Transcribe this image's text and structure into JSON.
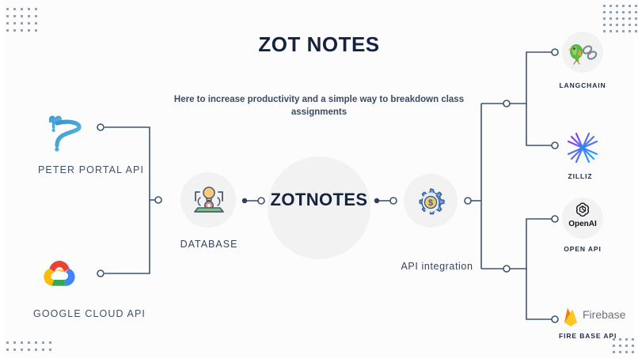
{
  "header": {
    "title": "ZOT NOTES",
    "subtitle": "Here to increase productivity and a simple way to breakdown class assignments"
  },
  "hub": {
    "label": "ZOTNOTES"
  },
  "inputs": [
    {
      "id": "peter-portal",
      "label": "PETER PORTAL API",
      "icon": "anteater-icon"
    },
    {
      "id": "google-cloud",
      "label": "GOOGLE CLOUD API",
      "icon": "google-cloud-icon"
    }
  ],
  "middle": {
    "database": {
      "label": "DATABASE",
      "icon": "laptop-bulb-gear-icon"
    },
    "api_integration": {
      "label": "API integration",
      "icon": "gear-dollar-icon"
    }
  },
  "outputs": [
    {
      "id": "langchain",
      "label": "LANGCHAIN",
      "icon": "langchain-parrot-icon"
    },
    {
      "id": "zilliz",
      "label": "ZILLIZ",
      "icon": "zilliz-starburst-icon"
    },
    {
      "id": "openai",
      "label": "OPEN API",
      "icon": "openai-icon",
      "icon_text": "OpenAI"
    },
    {
      "id": "firebase",
      "label": "FIRE BASE API",
      "icon": "firebase-flame-icon",
      "icon_text": "Firebase"
    }
  ],
  "colors": {
    "background": "#fcfcfd",
    "wire": "#3c5573",
    "ink": "#16233d",
    "node_circle": "#f2f2f3",
    "accent_blue": "#4a90d9"
  }
}
